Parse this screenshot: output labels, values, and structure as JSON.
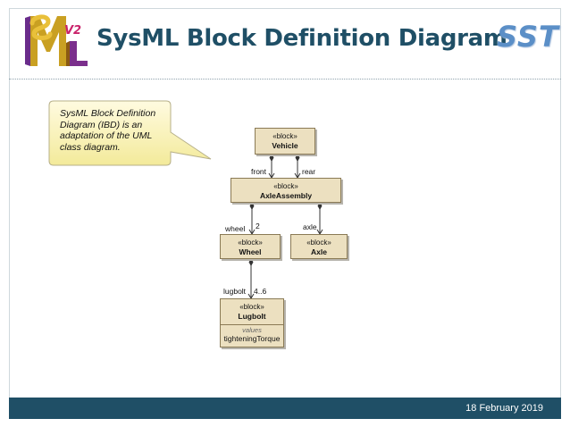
{
  "header": {
    "logo": {
      "letters": "SysML",
      "version": "V2"
    },
    "title": "SysML Block Definition Diagram",
    "brand": "SST"
  },
  "callout": {
    "text": "SysML Block Definition Diagram (IBD) is an adaptation of the UML class diagram."
  },
  "diagram": {
    "blocks": {
      "vehicle": {
        "stereotype": "«block»",
        "name": "Vehicle"
      },
      "axleassembly": {
        "stereotype": "«block»",
        "name": "AxleAssembly"
      },
      "wheel": {
        "stereotype": "«block»",
        "name": "Wheel"
      },
      "axle": {
        "stereotype": "«block»",
        "name": "Axle"
      },
      "lugbolt": {
        "stereotype": "«block»",
        "name": "Lugbolt",
        "compartment_title": "values",
        "value": "tighteningTorque"
      }
    },
    "roles": {
      "front": "front",
      "rear": "rear",
      "wheel": "wheel",
      "wheel_mult": "2",
      "axle": "axle",
      "lugbolt": "lugbolt",
      "lugbolt_mult": "4..6"
    }
  },
  "footer": {
    "date": "18 February 2019"
  },
  "colors": {
    "title": "#1f4f66",
    "brand": "#5b8fc7",
    "block_fill": "#ece0c0",
    "footer": "#1f4f66"
  }
}
